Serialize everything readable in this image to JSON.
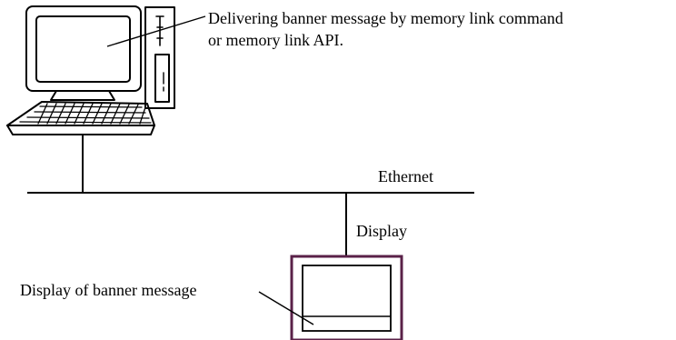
{
  "diagram": {
    "pc_caption": {
      "line1": "Delivering banner message by memory link command",
      "line2": "or memory link API."
    },
    "ethernet_label": "Ethernet",
    "display_label": "Display",
    "banner_label": "Display of banner message"
  },
  "colors": {
    "line": "#000000",
    "display_frame": "#5a2148",
    "background": "#ffffff"
  }
}
